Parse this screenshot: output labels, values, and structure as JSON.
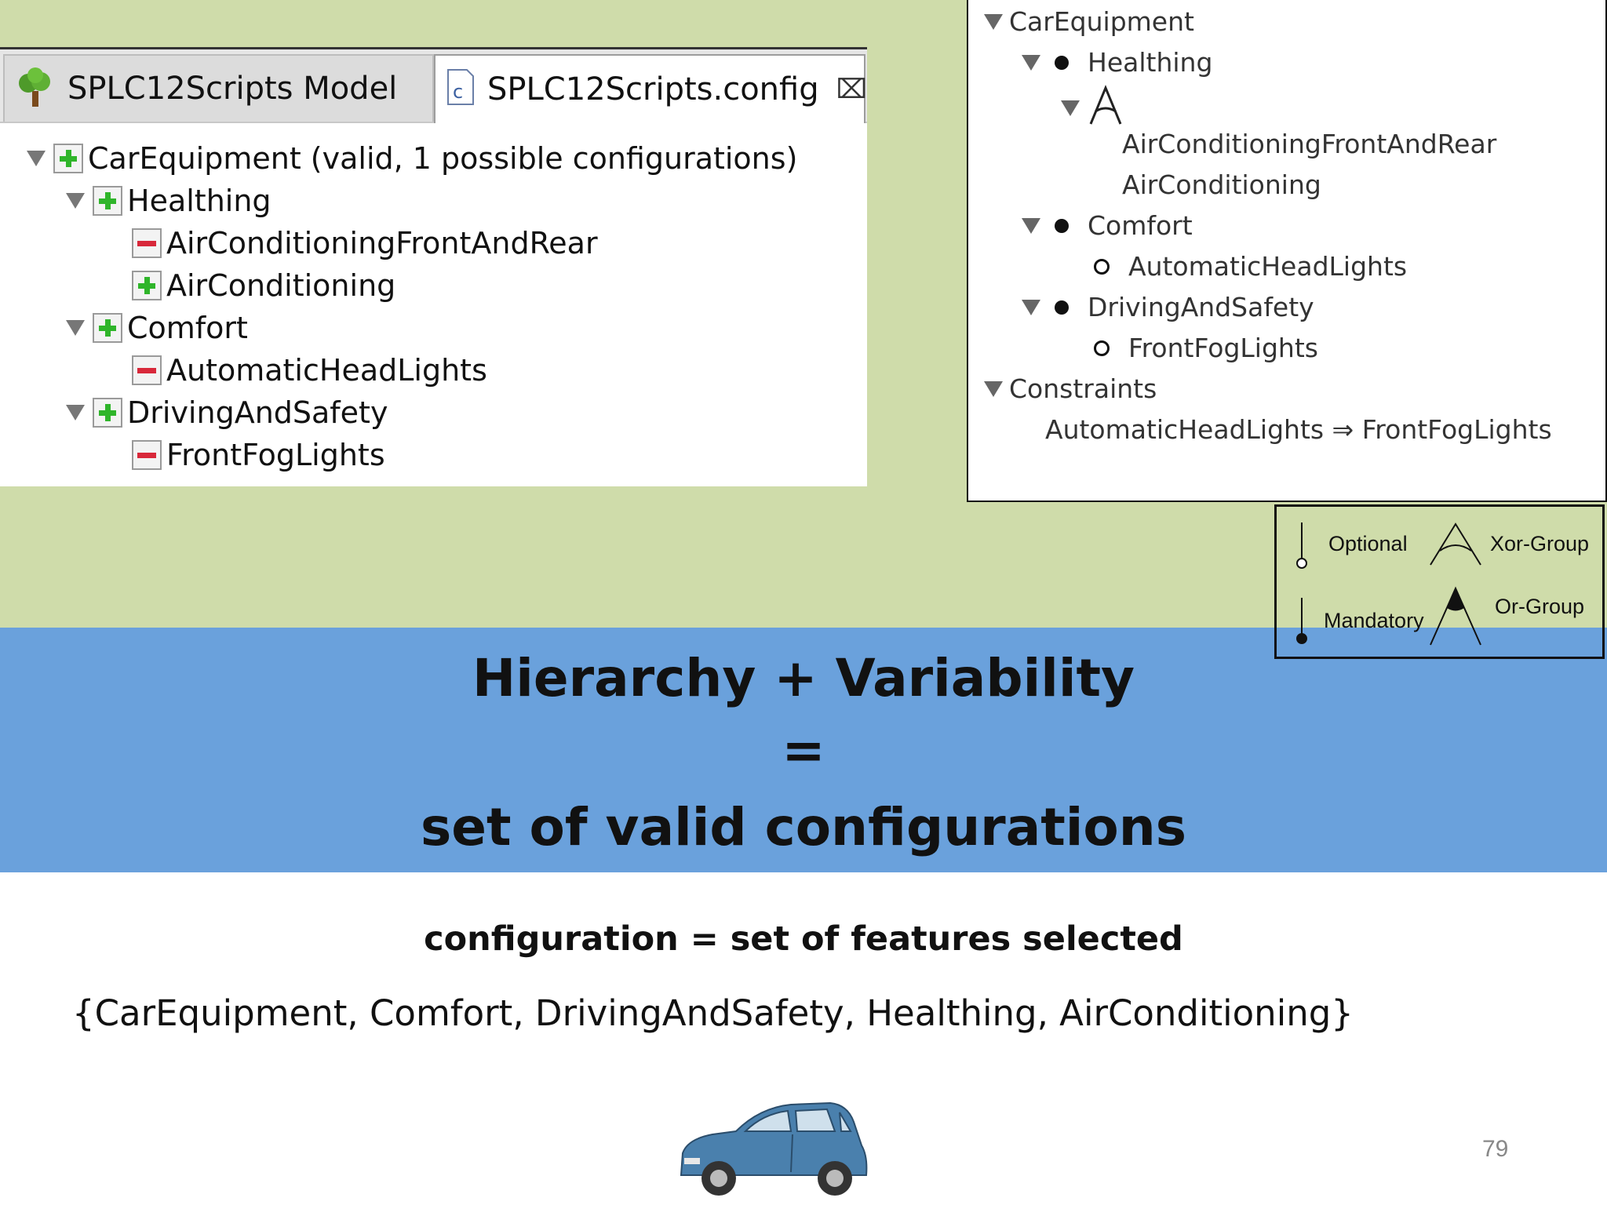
{
  "editor": {
    "tabs": [
      {
        "label": "SPLC12Scripts Model",
        "icon": "tree-icon",
        "active": false
      },
      {
        "label": "SPLC12Scripts.config",
        "icon": "config-file-icon",
        "active": true,
        "close": "⌧"
      }
    ],
    "tree": [
      {
        "label": "CarEquipment (valid, 1 possible configurations)",
        "state": "selected"
      },
      {
        "label": "Healthing",
        "state": "selected"
      },
      {
        "label": "AirConditioningFrontAndRear",
        "state": "deselected"
      },
      {
        "label": "AirConditioning",
        "state": "selected"
      },
      {
        "label": "Comfort",
        "state": "selected"
      },
      {
        "label": "AutomaticHeadLights",
        "state": "deselected"
      },
      {
        "label": "DrivingAndSafety",
        "state": "selected"
      },
      {
        "label": "FrontFogLights",
        "state": "deselected"
      }
    ]
  },
  "feature_model": {
    "root": "CarEquipment",
    "items": [
      "Healthing",
      "AirConditioningFrontAndRear",
      "AirConditioning",
      "Comfort",
      "AutomaticHeadLights",
      "DrivingAndSafety",
      "FrontFogLights"
    ],
    "constraints_label": "Constraints",
    "constraint": "AutomaticHeadLights ⇒ FrontFogLights"
  },
  "legend": {
    "optional": "Optional",
    "mandatory": "Mandatory",
    "xor_group": "Xor-Group",
    "or_group": "Or-Group"
  },
  "slide": {
    "title_line1": "Hierarchy + Variability",
    "title_line2": "=",
    "title_line3": "set of valid configurations",
    "subtitle": "configuration = set of features selected",
    "set": "{CarEquipment, Comfort, DrivingAndSafety, Healthing, AirConditioning}",
    "page_number": "79"
  },
  "colors": {
    "green_band": "#cfdcaa",
    "blue_band": "#6aa1dc",
    "plus": "#2fb52a",
    "minus": "#d8283a"
  }
}
